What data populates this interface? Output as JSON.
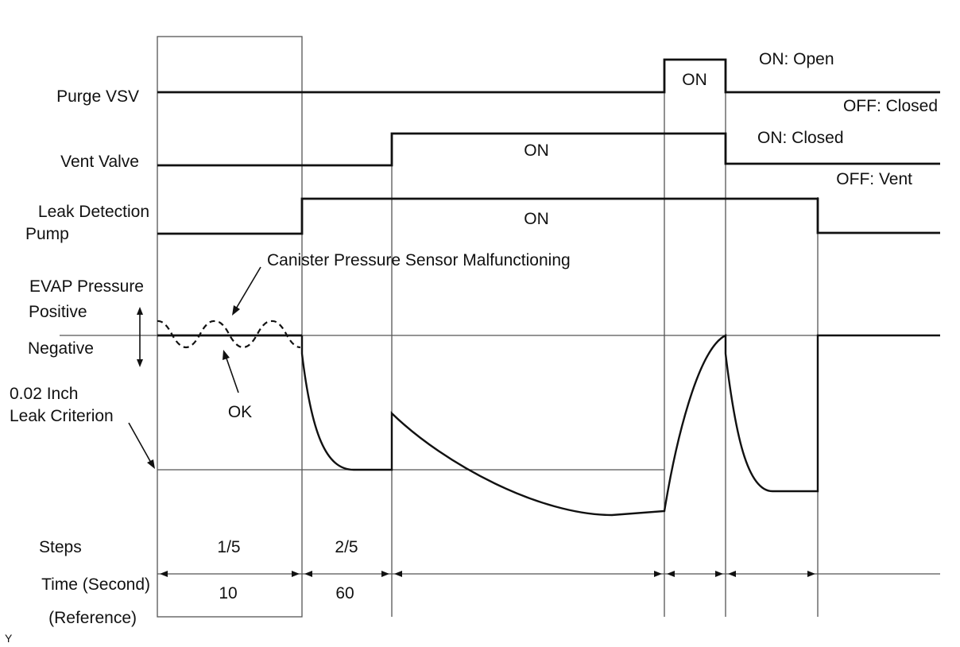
{
  "signals": {
    "purge_vsv": "Purge VSV",
    "vent_valve": "Vent Valve",
    "leak_pump_line1": "Leak Detection",
    "leak_pump_line2": "Pump",
    "evap_pressure": "EVAP Pressure",
    "positive": "Positive",
    "negative": "Negative",
    "leak_criterion_line1": "0.02 Inch",
    "leak_criterion_line2": "Leak Criterion"
  },
  "states": {
    "purge_on": "ON",
    "vent_on": "ON",
    "pump_on": "ON",
    "on_open": "ON: Open",
    "off_closed": "OFF: Closed",
    "on_closed": "ON: Closed",
    "off_vent": "OFF: Vent"
  },
  "annotations": {
    "malfunction": "Canister Pressure Sensor Malfunctioning",
    "ok": "OK"
  },
  "table": {
    "steps_label": "Steps",
    "time_label": "Time (Second)",
    "reference_label": "(Reference)",
    "steps": [
      "1/5",
      "2/5"
    ],
    "times": [
      "10",
      "60"
    ]
  },
  "corner_mark": "Y",
  "colors": {
    "line": "#111111",
    "grid": "#555555",
    "background": "#ffffff"
  }
}
